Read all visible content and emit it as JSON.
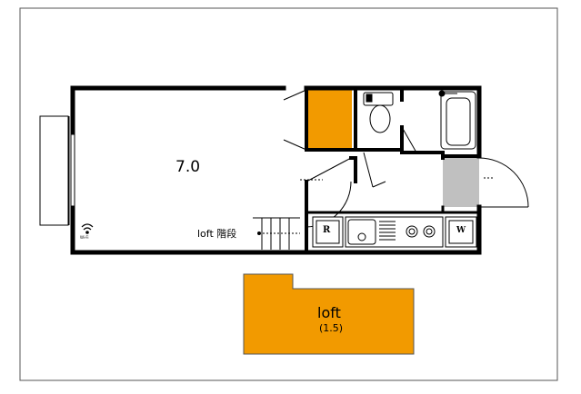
{
  "floorplan": {
    "room_size": "7.0",
    "loft_stairs_label": "loft 階段",
    "fridge_label": "R",
    "washer_label": "W",
    "wifi_label": "Wi-Fi",
    "loft": {
      "label": "loft",
      "size": "(1.5)"
    }
  },
  "colors": {
    "wall": "#000000",
    "closet_fill": "#f29a00",
    "loft_fill": "#f29a00",
    "entry_floor": "#c0c0c0",
    "frame_border": "#555555",
    "door_swing": "#000000"
  }
}
